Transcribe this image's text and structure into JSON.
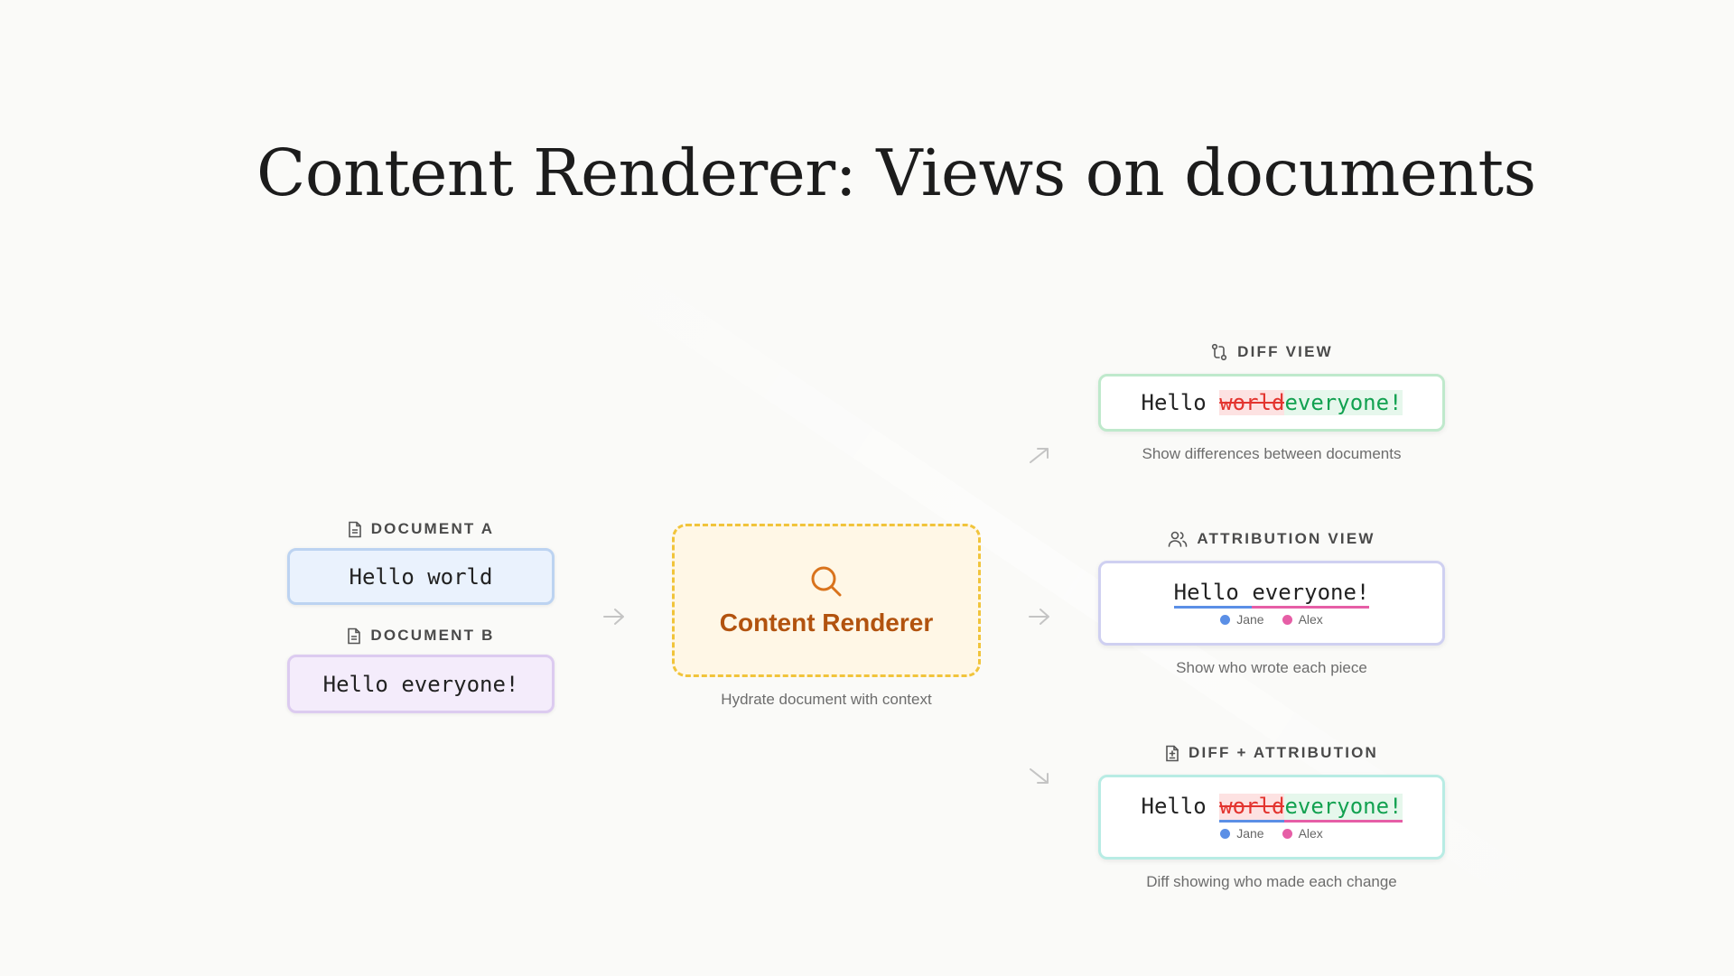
{
  "title": "Content Renderer: Views on documents",
  "colors": {
    "jane": "#5b8fe6",
    "alex": "#e65ea6",
    "deleted": "#e3342f",
    "inserted": "#12a150",
    "renderer_accent": "#b2530f"
  },
  "inputs": [
    {
      "label": "DOCUMENT A",
      "icon": "document-icon",
      "text": "Hello world"
    },
    {
      "label": "DOCUMENT B",
      "icon": "document-icon",
      "text": "Hello everyone!"
    }
  ],
  "renderer": {
    "icon": "search-icon",
    "title": "Content Renderer",
    "caption": "Hydrate document with context"
  },
  "views": [
    {
      "label": "DIFF VIEW",
      "icon": "git-compare-icon",
      "prefix": "Hello ",
      "deleted": "world",
      "inserted": "everyone!",
      "caption": "Show differences between documents"
    },
    {
      "label": "ATTRIBUTION VIEW",
      "icon": "users-icon",
      "part_jane": "Hello ",
      "part_alex": "everyone!",
      "legend": [
        "Jane",
        "Alex"
      ],
      "caption": "Show who wrote each piece"
    },
    {
      "label": "DIFF + ATTRIBUTION",
      "icon": "file-diff-icon",
      "prefix": "Hello ",
      "deleted": "world",
      "inserted": "everyone!",
      "legend": [
        "Jane",
        "Alex"
      ],
      "caption": "Diff showing who made each change"
    }
  ]
}
